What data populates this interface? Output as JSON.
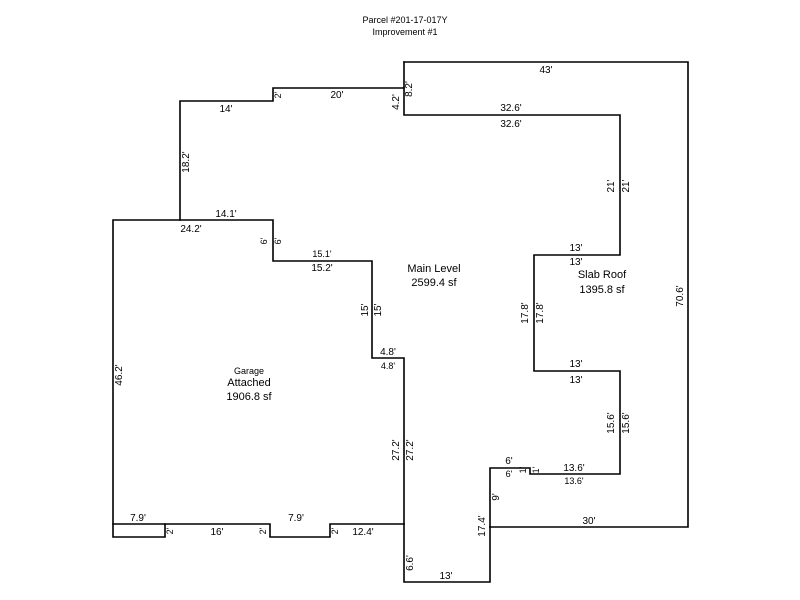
{
  "header": {
    "parcel": "Parcel #201-17-017Y",
    "improvement": "Improvement #1"
  },
  "areas": {
    "garage_label_1": "Garage",
    "garage_label_2": "Attached",
    "garage_area": "1906.8 sf",
    "main_label": "Main Level",
    "main_area": "2599.4 sf",
    "slab_label": "Slab Roof",
    "slab_area": "1395.8 sf"
  },
  "dims": {
    "d_43": "43'",
    "d_8_2": "8.2'",
    "d_4_2": "4.2'",
    "d_20": "20'",
    "d_2_top": "2'",
    "d_14": "14'",
    "d_18_2": "18.2'",
    "d_32_6_a": "32.6'",
    "d_32_6_b": "32.6'",
    "d_21_a": "21'",
    "d_21_b": "21'",
    "d_70_6": "70.6'",
    "d_14_1": "14.1'",
    "d_24_2": "24.2'",
    "d_6_a": "6'",
    "d_6_b": "6'",
    "d_15_1": "15.1'",
    "d_15_2": "15.2'",
    "d_13_a": "13'",
    "d_13_b": "13'",
    "d_17_8_a": "17.8'",
    "d_17_8_b": "17.8'",
    "d_15_a": "15'",
    "d_15_b": "15'",
    "d_4_8_a": "4.8'",
    "d_4_8_b": "4.8'",
    "d_46_2": "46.2'",
    "d_13_c": "13'",
    "d_13_d": "13'",
    "d_15_6_a": "15.6'",
    "d_15_6_b": "15.6'",
    "d_27_2_a": "27.2'",
    "d_27_2_b": "27.2'",
    "d_6_c": "6'",
    "d_6_d": "6'",
    "d_1_a": "1'",
    "d_1_b": "1'",
    "d_13_6_a": "13.6'",
    "d_13_6_b": "13.6'",
    "d_9": "9'",
    "d_7_9_a": "7.9'",
    "d_2_a": "2'",
    "d_16": "16'",
    "d_2_b": "2'",
    "d_7_9_b": "7.9'",
    "d_2_c": "2'",
    "d_12_4": "12.4'",
    "d_17_4": "17.4'",
    "d_30": "30'",
    "d_6_6": "6.6'",
    "d_13_e": "13'"
  }
}
